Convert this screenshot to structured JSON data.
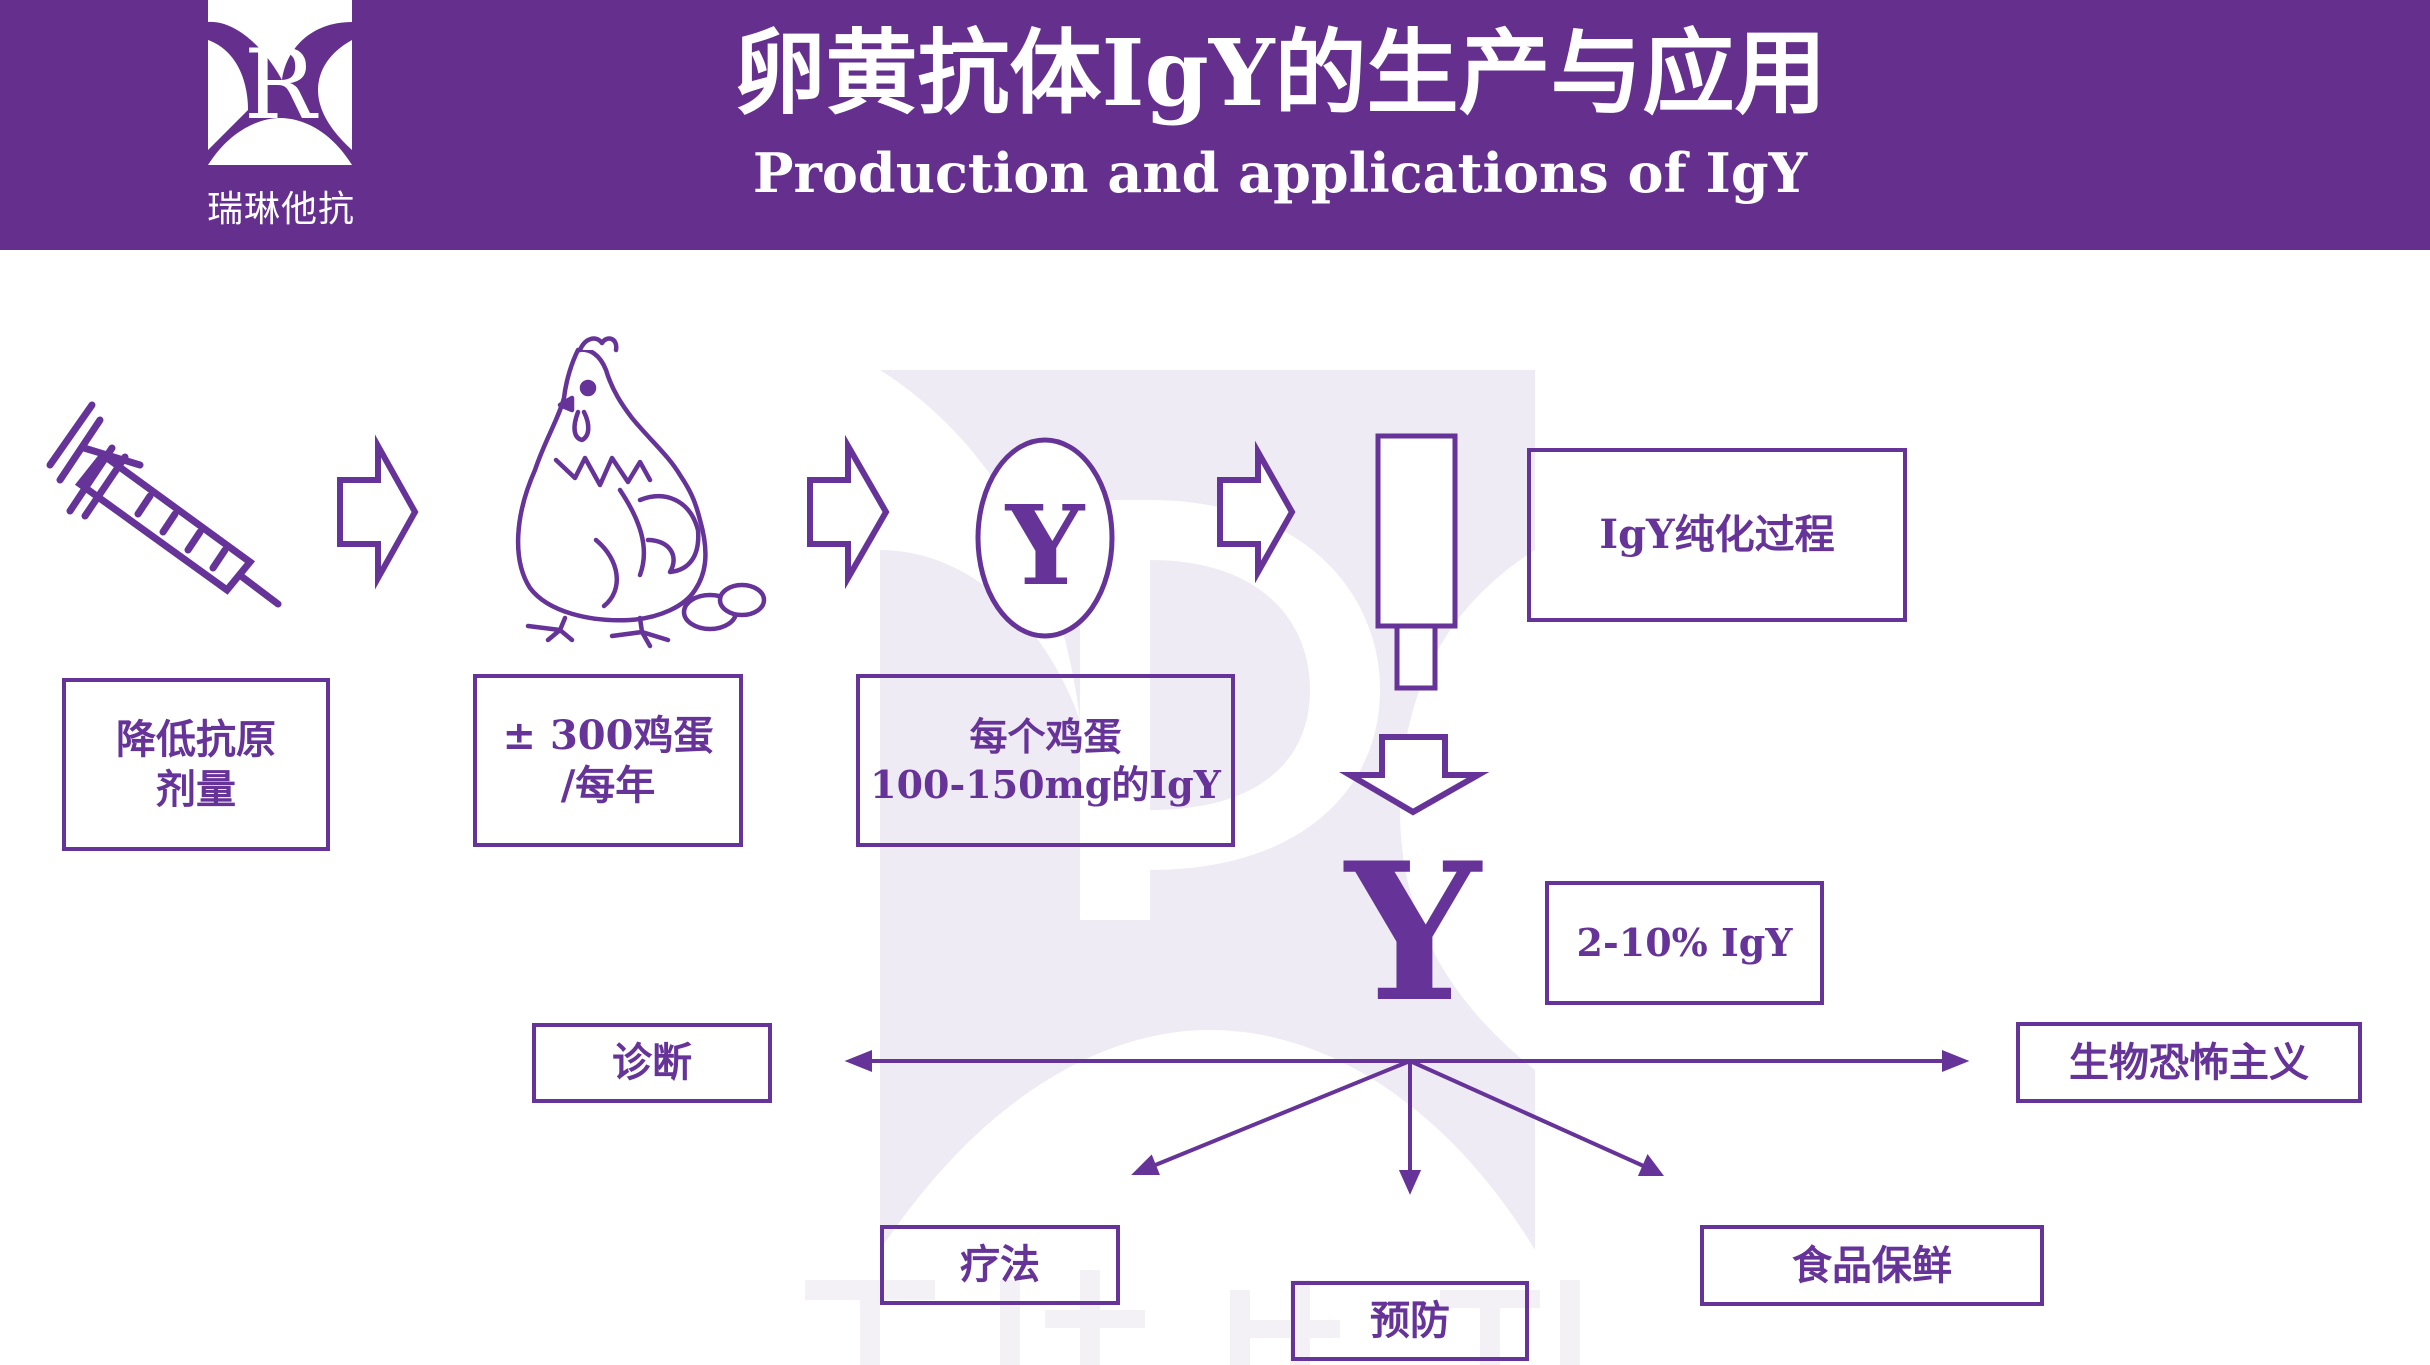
{
  "header": {
    "title_cn": "卵黄抗体IgY的生产与应用",
    "title_en": "Production and applications of IgY",
    "logo_letter": "R",
    "logo_text": "瑞琳他抗"
  },
  "colors": {
    "header_bg": "#65308d",
    "accent": "#663399",
    "watermark": "#ece8f2"
  },
  "icons": [
    "syringe-icon",
    "hen-icon",
    "egg-icon",
    "column-icon",
    "arrow-right-icon",
    "arrow-down-icon"
  ],
  "flow": {
    "low_dose": "降低抗原\n剂量",
    "eggs_per_year": "± 300鸡蛋\n/每年",
    "igy_per_egg": "每个鸡蛋\n100-150mg的IgY",
    "purification": "IgY纯化过程",
    "yield": "2-10% IgY",
    "egg_letter": "Y",
    "product_letter": "Y"
  },
  "applications": {
    "diagnosis": "诊断",
    "bioterrorism": "生物恐怖主义",
    "therapy": "疗法",
    "prevention": "预防",
    "food_preservation": "食品保鲜"
  }
}
